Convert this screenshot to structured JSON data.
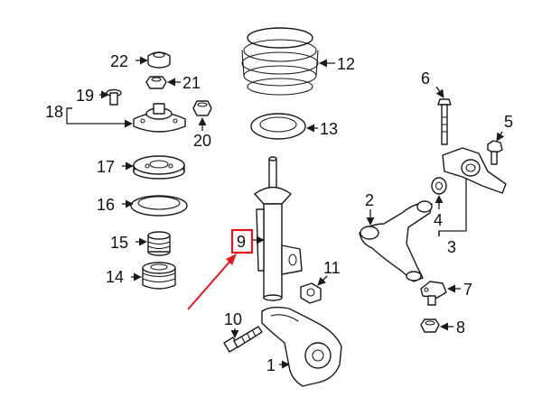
{
  "callouts": {
    "c1": "1",
    "c2": "2",
    "c3": "3",
    "c4": "4",
    "c5": "5",
    "c6": "6",
    "c7": "7",
    "c8": "8",
    "c9": "9",
    "c10": "10",
    "c11": "11",
    "c12": "12",
    "c13": "13",
    "c14": "14",
    "c15": "15",
    "c16": "16",
    "c17": "17",
    "c18": "18",
    "c19": "19",
    "c20": "20",
    "c21": "21",
    "c22": "22"
  },
  "highlight": {
    "part": "9",
    "color": "#e8141b"
  },
  "line_color": "#1a1a1a"
}
